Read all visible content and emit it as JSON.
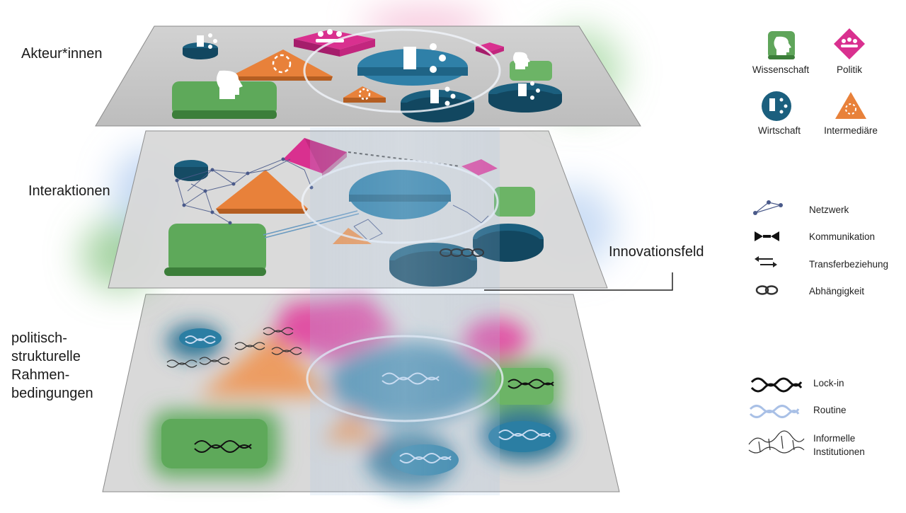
{
  "layers": {
    "actors": "Akteur*innen",
    "interactions": "Interaktionen",
    "framework": [
      "politisch-",
      "strukturelle",
      "Rahmen-",
      "bedingungen"
    ]
  },
  "innovation_field": "Innovationsfeld",
  "legend_actors": {
    "science": "Wissenschaft",
    "politics": "Politik",
    "economy": "Wirtschaft",
    "intermediaries": "Intermediäre"
  },
  "legend_interactions": {
    "network": "Netzwerk",
    "communication": "Kommunikation",
    "transfer": "Transferbeziehung",
    "dependency": "Abhängigkeit"
  },
  "legend_framework": {
    "lockin": "Lock-in",
    "routine": "Routine",
    "informal": [
      "Informelle",
      "Institutionen"
    ]
  },
  "colors": {
    "green": "#5fa55a",
    "magenta": "#d9308f",
    "teal": "#1b5f7e",
    "orange": "#e8813a",
    "plane": "#d6d6d6"
  }
}
